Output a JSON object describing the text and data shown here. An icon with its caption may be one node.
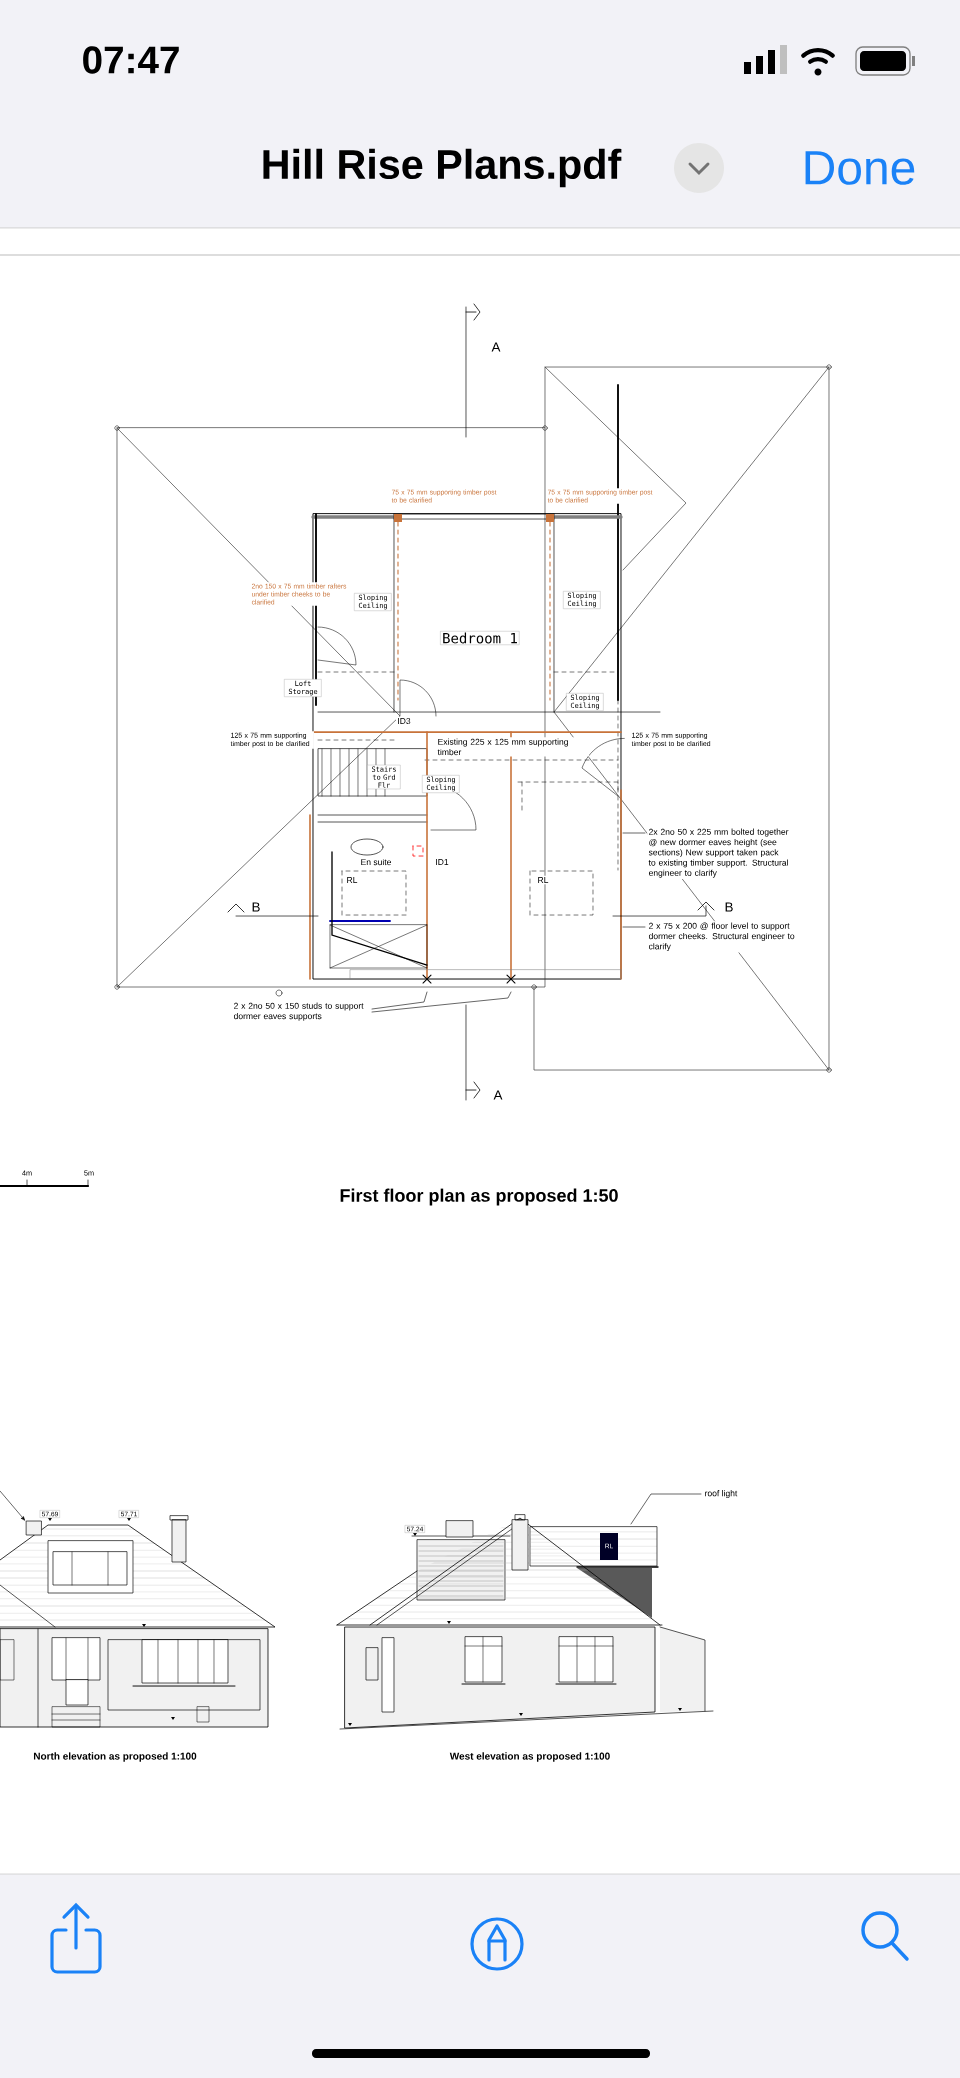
{
  "diagram": {
    "nodes": [
      {
        "text": [
          "2x 2no 50 x 225 mm bolted together @ new dormer eaves height (see sections) New support taken pack to existing timber support. Structural engineer to clarify"
        ]
      },
      {
        "text": [
          "2 x 75 x 200 @ floor level to support dormer cheeks. Structural engineer to clarify"
        ]
      },
      {
        "text": [
          "2 x 2no 50 x 150 studs to support dormer eaves supports"
        ]
      },
      {
        "text": [
          "roof light"
        ]
      },
      {
        "text": [],
        "shape": "box"
      }
    ],
    "edges": [
      {
        "from": 0,
        "to": null,
        "arrow": "none"
      },
      {
        "from": 1,
        "to": null,
        "arrow": "none"
      },
      {
        "from": 2,
        "to": null,
        "arrow": "none"
      },
      {
        "from": 2,
        "to": null,
        "arrow": "none"
      },
      {
        "from": 3,
        "to": null,
        "arrow": "none"
      },
      {
        "from": null,
        "to": 4,
        "arrow": "to"
      }
    ],
    "labels": [
      "07:47",
      "Hill Rise Plans.pdf",
      "Done",
      "A",
      "75 x 75 mm supporting timber post to be clarified",
      "75 x 75 mm supporting timber post to be clarified",
      "2no 150 x 75 mm timber rafters under timber cheeks to be clarified",
      "Sloping Ceiling",
      "Sloping Ceiling",
      "Bedroom 1",
      "Loft Storage",
      "Sloping Ceiling",
      "ID3",
      "125 x 75 mm supporting timber post to be clarified",
      "Existing 225 x 125 mm supporting timber",
      "125 x 75 mm supporting timber post to be clarified",
      "Stairs to Grd Flr",
      "Sloping Ceiling",
      "En suite",
      "ID1",
      "RL",
      "RL",
      "B",
      "B",
      "A",
      "4m",
      "5m",
      "First floor plan as proposed  1:50",
      "57.69",
      "57.71",
      "57.24",
      "RL",
      "North elevation as proposed  1:100",
      "West elevation as proposed  1:100"
    ]
  }
}
